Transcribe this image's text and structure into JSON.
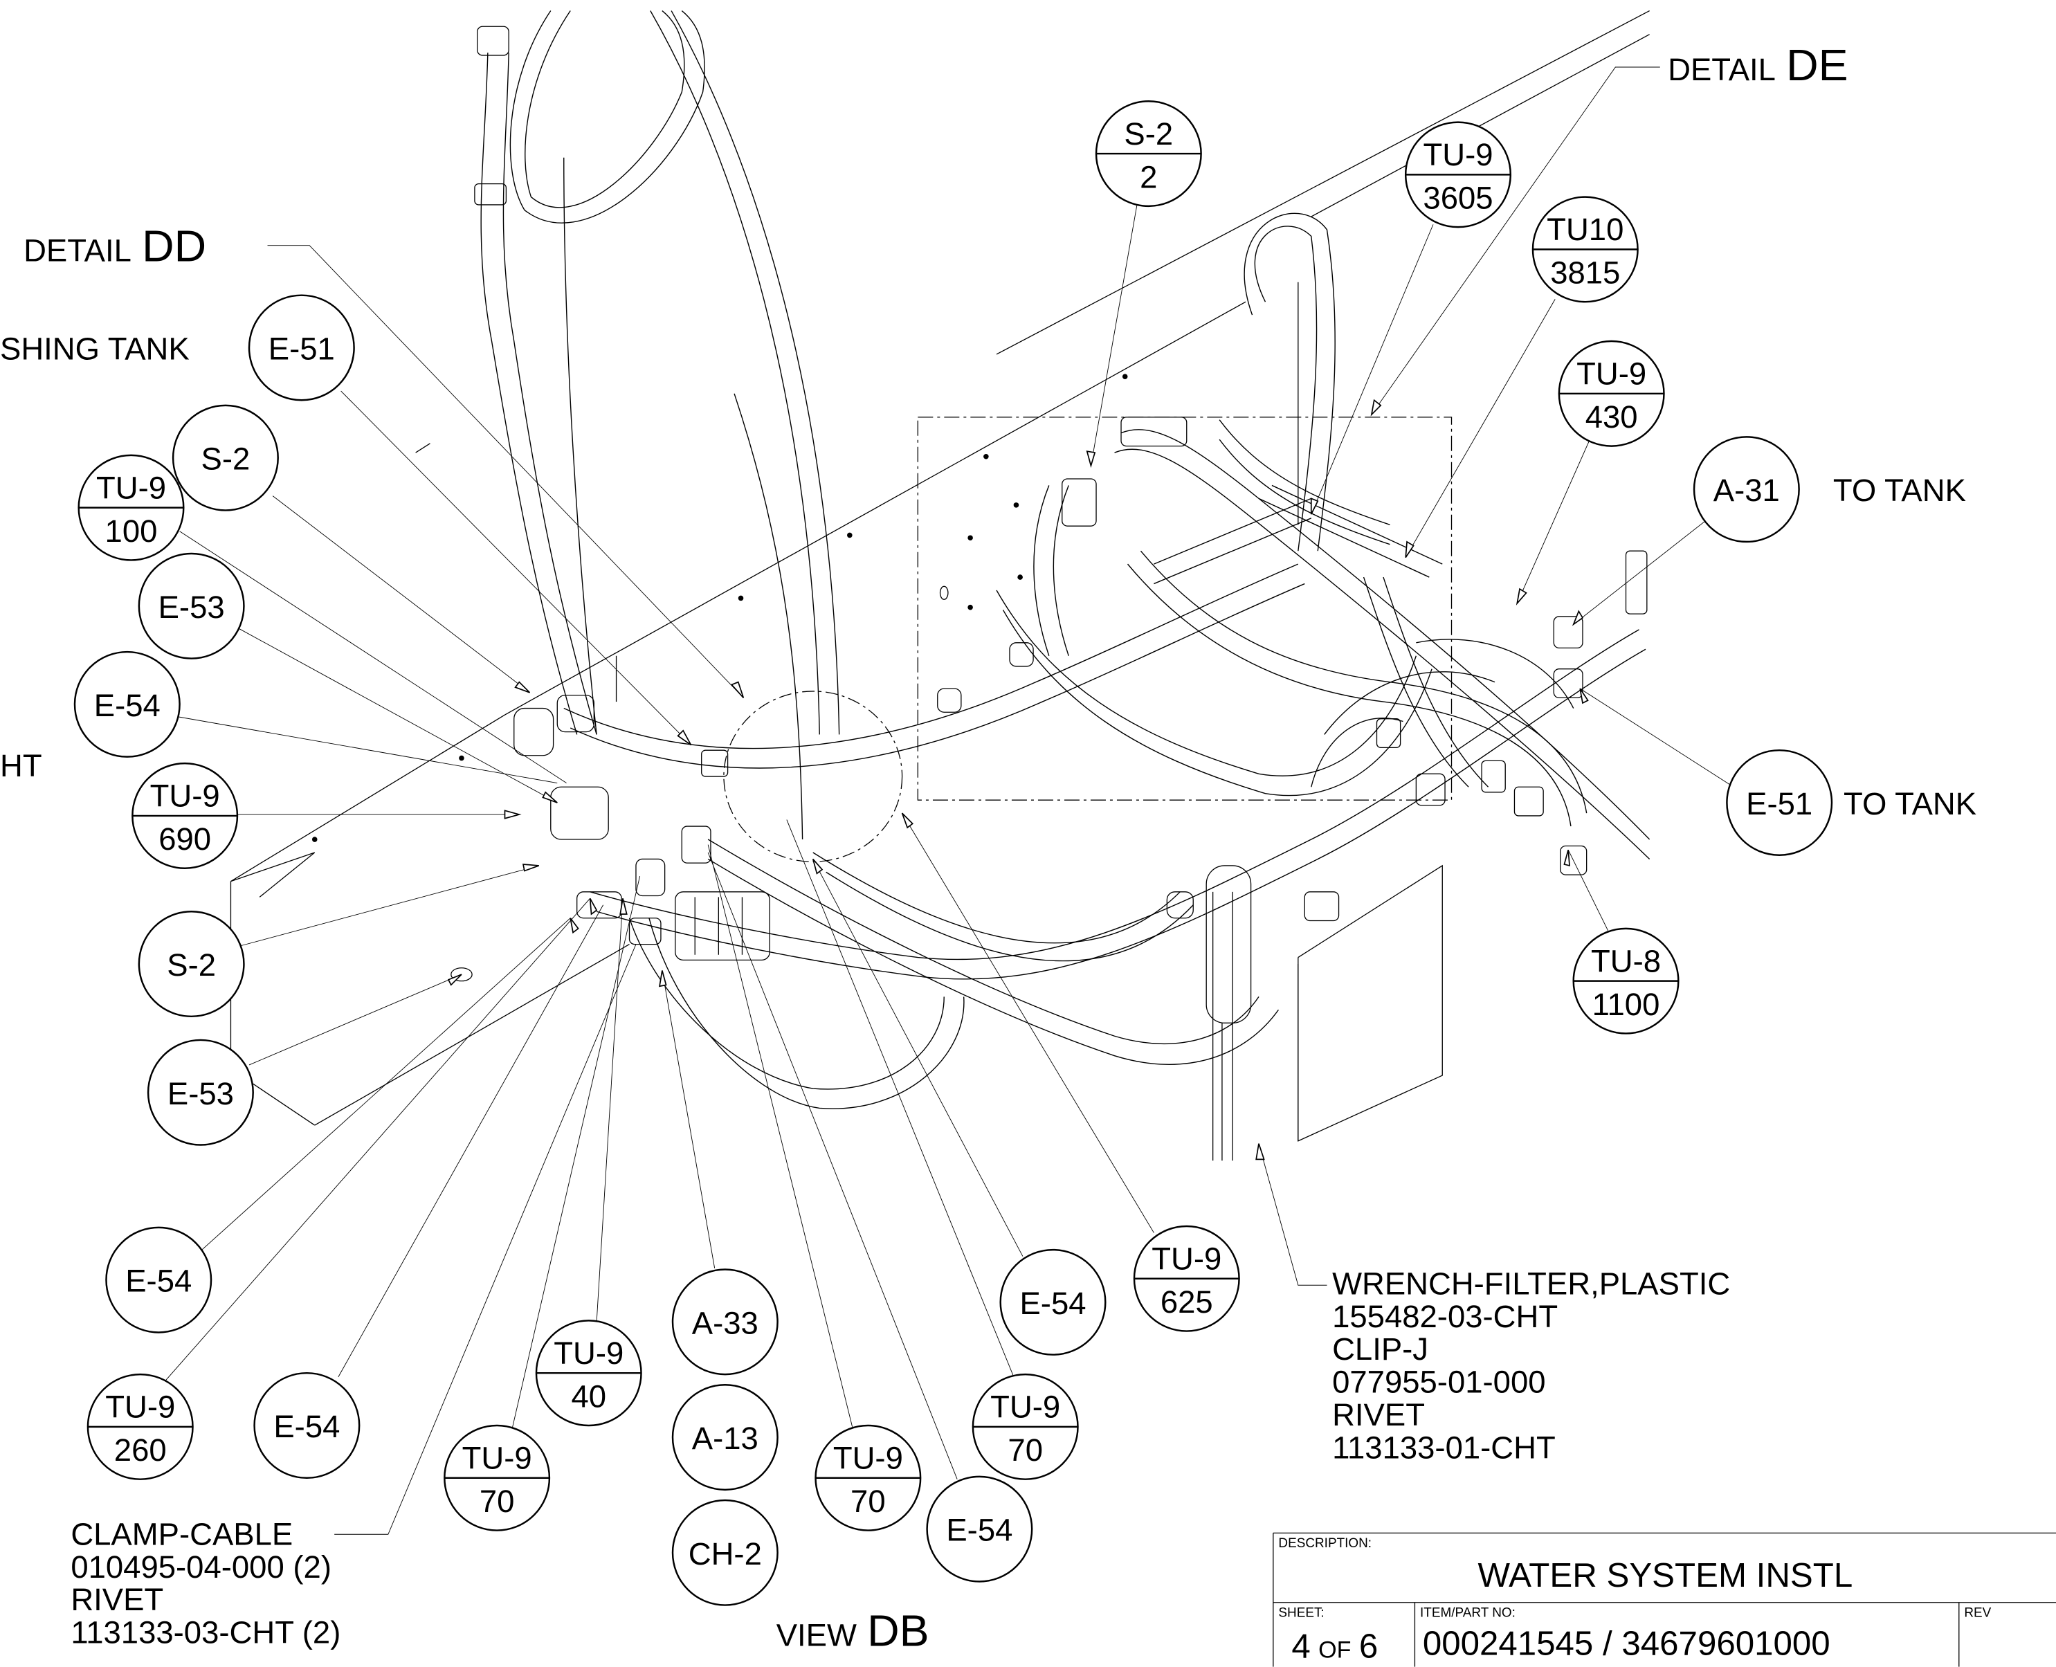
{
  "details": {
    "dd_prefix": "DETAIL",
    "dd_letters": "DD",
    "de_prefix": "DETAIL",
    "de_letters": "DE",
    "view_prefix": "VIEW",
    "view_letters": "DB"
  },
  "edge_labels": {
    "flushing_tank": "SHING TANK",
    "cut_left": "HT",
    "to_tank_1": "TO TANK",
    "to_tank_2": "TO TANK"
  },
  "balloons": [
    {
      "top": "S-2",
      "bottom": "2"
    },
    {
      "top": "TU-9",
      "bottom": "3605"
    },
    {
      "top": "TU10",
      "bottom": "3815"
    },
    {
      "top": "TU-9",
      "bottom": "430"
    },
    {
      "label": "A-31"
    },
    {
      "label": "E-51"
    },
    {
      "label": "S-2"
    },
    {
      "top": "TU-9",
      "bottom": "100"
    },
    {
      "label": "E-53"
    },
    {
      "label": "E-54"
    },
    {
      "top": "TU-9",
      "bottom": "690"
    },
    {
      "label": "S-2"
    },
    {
      "label": "E-53"
    },
    {
      "label": "E-51"
    },
    {
      "top": "TU-8",
      "bottom": "1100"
    },
    {
      "label": "E-54"
    },
    {
      "top": "TU-9",
      "bottom": "625"
    },
    {
      "label": "E-54"
    },
    {
      "top": "TU-9",
      "bottom": "260"
    },
    {
      "label": "E-54"
    },
    {
      "top": "TU-9",
      "bottom": "40"
    },
    {
      "label": "A-33"
    },
    {
      "label": "A-13"
    },
    {
      "label": "CH-2"
    },
    {
      "top": "TU-9",
      "bottom": "70"
    },
    {
      "top": "TU-9",
      "bottom": "70"
    },
    {
      "top": "TU-9",
      "bottom": "70"
    },
    {
      "label": "E-54"
    }
  ],
  "notes": {
    "wrench": [
      "WRENCH-FILTER,PLASTIC",
      "155482-03-CHT",
      "CLIP-J",
      "077955-01-000",
      "RIVET",
      "113133-01-CHT"
    ],
    "clamp": [
      "CLAMP-CABLE",
      "010495-04-000 (2)",
      "RIVET",
      "113133-03-CHT (2)"
    ]
  },
  "title_block": {
    "description_label": "DESCRIPTION:",
    "description": "WATER SYSTEM INSTL",
    "sheet_label": "SHEET:",
    "sheet_num": "4",
    "sheet_of": "OF",
    "sheet_total": "6",
    "item_label": "ITEM/PART NO:",
    "item_value": "000241545 / 34679601000",
    "rev_label": "REV"
  }
}
